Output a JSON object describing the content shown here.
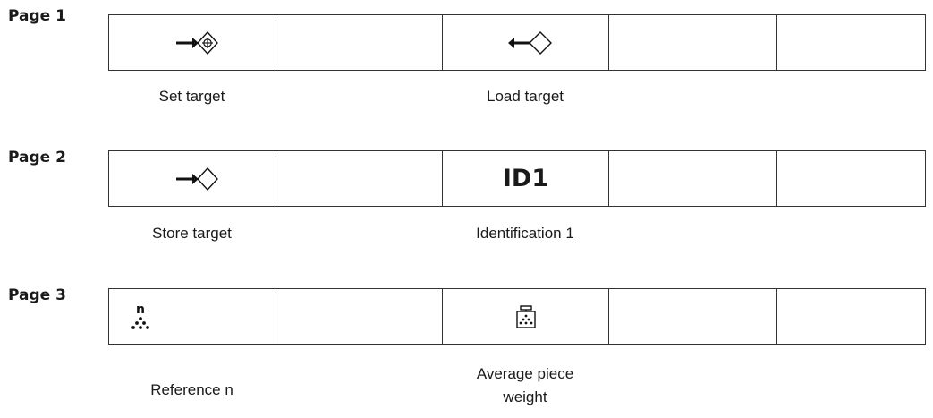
{
  "pages": [
    {
      "label": "Page 1",
      "keys": [
        {
          "icon": "set-target-icon"
        },
        {
          "icon": null
        },
        {
          "icon": "load-target-icon"
        },
        {
          "icon": null
        },
        {
          "icon": null
        }
      ],
      "captions": [
        "Set target",
        "Load target"
      ]
    },
    {
      "label": "Page 2",
      "keys": [
        {
          "icon": "store-target-icon"
        },
        {
          "icon": null
        },
        {
          "text": "ID1"
        },
        {
          "icon": null
        },
        {
          "icon": null
        }
      ],
      "captions": [
        "Store target",
        "Identification 1"
      ]
    },
    {
      "label": "Page 3",
      "keys": [
        {
          "icon": "reference-n-icon",
          "icon_letter": "n"
        },
        {
          "icon": null
        },
        {
          "icon": "average-piece-weight-icon"
        },
        {
          "icon": null
        },
        {
          "icon": null
        }
      ],
      "captions": [
        "Reference n",
        "Average piece",
        "weight"
      ]
    }
  ]
}
